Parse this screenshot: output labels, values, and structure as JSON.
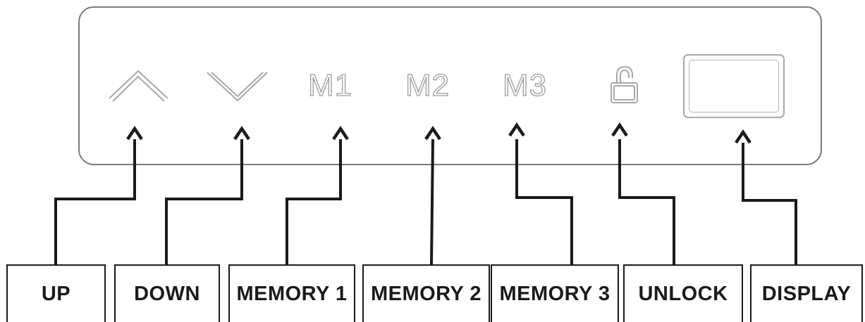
{
  "panel": {
    "keys": {
      "m1": "M1",
      "m2": "M2",
      "m3": "M3"
    },
    "icons": [
      "up-chevron-icon",
      "down-chevron-icon",
      "unlock-icon"
    ],
    "key_color": "#9c9c9c",
    "border_color": "#7a7a7a"
  },
  "labels": {
    "up": "UP",
    "down": "DOWN",
    "memory1": "MEMORY 1",
    "memory2": "MEMORY 2",
    "memory3": "MEMORY 3",
    "unlock": "UNLOCK",
    "display": "DISPLAY"
  },
  "connector_color": "#1a1a1a"
}
